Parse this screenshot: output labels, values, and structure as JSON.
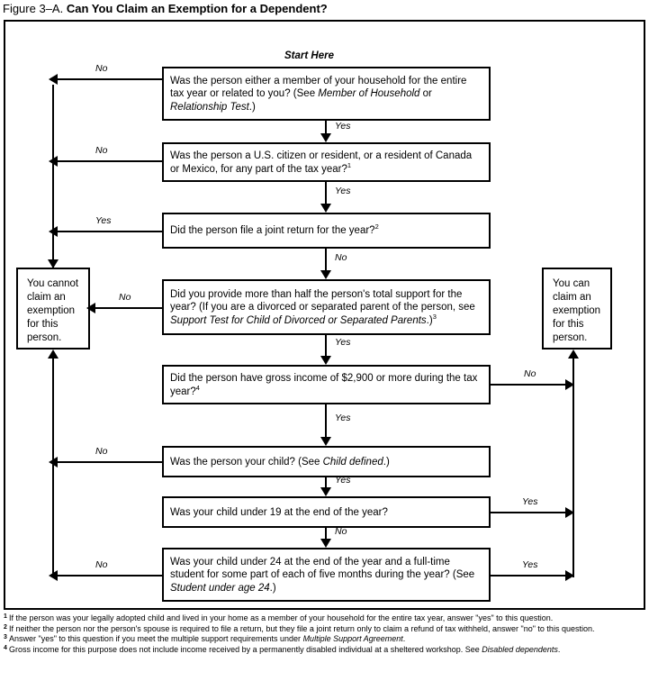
{
  "figure": {
    "label": "Figure 3–A.",
    "caption": "Can You Claim an Exemption for a Dependent?"
  },
  "chart_data": {
    "type": "diagram",
    "title": "Figure 3–A. Can You Claim an Exemption for a Dependent?",
    "start_label": "Start Here",
    "nodes": [
      {
        "id": "q1",
        "kind": "question",
        "text": "Was the person either a member of your household for the entire tax year or related to you? (See Member of Household or Relationship Test.)"
      },
      {
        "id": "q2",
        "kind": "question",
        "text": "Was the person a U.S. citizen or resident, or a resident of Canada or Mexico, for any part of the tax year?1"
      },
      {
        "id": "q3",
        "kind": "question",
        "text": "Did the person file a joint return for the year?2"
      },
      {
        "id": "q4",
        "kind": "question",
        "text": "Did you provide more than half the person's total support for the year? (If you are a divorced or separated parent of the person, see Support Test for Child of Divorced or Separated Parents.)3"
      },
      {
        "id": "q5",
        "kind": "question",
        "text": "Did the person have gross income of $2,900 or more during the tax year?4"
      },
      {
        "id": "q6",
        "kind": "question",
        "text": "Was the person your child? (See Child defined.)"
      },
      {
        "id": "q7",
        "kind": "question",
        "text": "Was your child under 19 at the end of the year?"
      },
      {
        "id": "q8",
        "kind": "question",
        "text": "Was your child under 24 at the end of the year and a full-time student for some part of each of five months during the year? (See Student under age 24.)"
      },
      {
        "id": "cannot",
        "kind": "terminal",
        "text": "You cannot claim an exemption for this person."
      },
      {
        "id": "can",
        "kind": "terminal",
        "text": "You can claim an exemption for this person."
      }
    ],
    "edges": [
      {
        "from": "q1",
        "to": "cannot",
        "label": "No"
      },
      {
        "from": "q1",
        "to": "q2",
        "label": "Yes"
      },
      {
        "from": "q2",
        "to": "cannot",
        "label": "No"
      },
      {
        "from": "q2",
        "to": "q3",
        "label": "Yes"
      },
      {
        "from": "q3",
        "to": "cannot",
        "label": "Yes"
      },
      {
        "from": "q3",
        "to": "q4",
        "label": "No"
      },
      {
        "from": "q4",
        "to": "cannot",
        "label": "No"
      },
      {
        "from": "q4",
        "to": "q5",
        "label": "Yes"
      },
      {
        "from": "q5",
        "to": "can",
        "label": "No"
      },
      {
        "from": "q5",
        "to": "q6",
        "label": "Yes"
      },
      {
        "from": "q6",
        "to": "cannot",
        "label": "No"
      },
      {
        "from": "q6",
        "to": "q7",
        "label": "Yes"
      },
      {
        "from": "q7",
        "to": "can",
        "label": "Yes"
      },
      {
        "from": "q7",
        "to": "q8",
        "label": "No"
      },
      {
        "from": "q8",
        "to": "cannot",
        "label": "No"
      },
      {
        "from": "q8",
        "to": "can",
        "label": "Yes"
      }
    ]
  },
  "boxes": {
    "q1": {
      "p1": "Was the person either a member of your household for the entire tax year or related to you? (See ",
      "i1": "Member of Household",
      "p2": " or ",
      "i2": "Relationship Test",
      "p3": ".)"
    },
    "q2": {
      "p1": "Was the person a U.S. citizen or resident, or a resident of Canada or Mexico, for any part of the tax year?",
      "sup": "1"
    },
    "q3": {
      "p1": "Did the person file a joint return for the year?",
      "sup": "2"
    },
    "q4": {
      "p1": "Did you provide more than half the person's total support for the year? (If you are a divorced or separated parent of the person, see ",
      "i1": "Support Test for Child of Divorced or Separated Parents",
      "p2": ".)",
      "sup": "3"
    },
    "q5": {
      "p1": "Did the person have gross income of $2,900 or more during the tax year?",
      "sup": "4"
    },
    "q6": {
      "p1": "Was the person your child? (See ",
      "i1": "Child defined",
      "p2": ".)"
    },
    "q7": {
      "p1": "Was your child under 19 at the end of the year?"
    },
    "q8": {
      "p1": "Was your child under 24 at the end of the year and a full-time student for some part of each of five months during the year? (See ",
      "i1": "Student under age 24",
      "p2": ".)"
    },
    "cannot": {
      "text": "You cannot claim an exemption for this person."
    },
    "can": {
      "text": "You can claim an exemption for this person."
    }
  },
  "labels": {
    "start_here": "Start Here",
    "yes": "Yes",
    "no": "No",
    "q1_no": "No",
    "q1_yes": "Yes",
    "q2_no": "No",
    "q2_yes": "Yes",
    "q3_yes": "Yes",
    "q3_no": "No",
    "q4_no": "No",
    "q4_yes": "Yes",
    "q5_no": "No",
    "q5_yes": "Yes",
    "q6_no": "No",
    "q6_yes": "Yes",
    "q7_yes": "Yes",
    "q7_no": "No",
    "q8_no": "No",
    "q8_yes": "Yes"
  },
  "footnotes": [
    {
      "marker": "1",
      "p1": "If the person was your legally adopted child and lived in your home as a member of your household for the entire tax year, answer \"yes\" to this question."
    },
    {
      "marker": "2",
      "p1": "If neither the person nor the person's spouse is required to file a return, but they file a joint return only to claim a refund of tax withheld, answer \"no\" to this question."
    },
    {
      "marker": "3",
      "p1": "Answer \"yes\" to this question if you meet the multiple support requirements under ",
      "i1": "Multiple Support Agreement",
      "p2": "."
    },
    {
      "marker": "4",
      "p1": "Gross income for this purpose does not include income received by a permanently disabled individual at a sheltered workshop. See ",
      "i1": "Disabled dependents",
      "p2": "."
    }
  ]
}
